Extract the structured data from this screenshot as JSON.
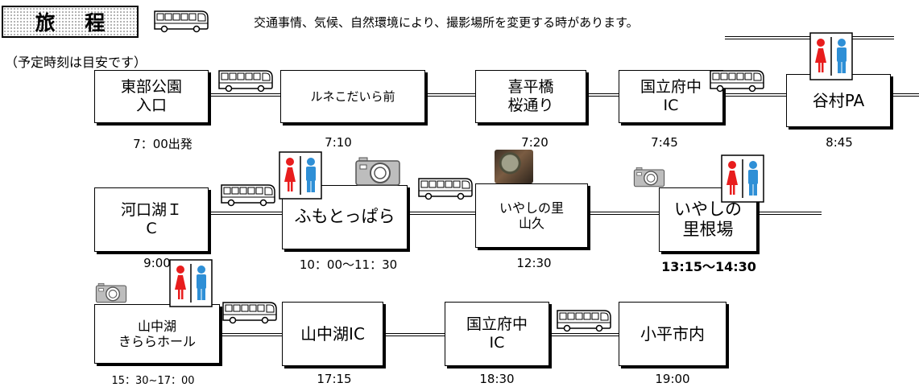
{
  "header": {
    "title": "旅 程",
    "notice": "交通事情、気候、自然環境により、撮影場所を変更する時があります。",
    "subnote": "（予定時刻は目安です）"
  },
  "stops": [
    {
      "name": "東部公園\n入口",
      "time": "7：00出発"
    },
    {
      "name": "ルネこだいら前",
      "time": "7:10"
    },
    {
      "name": "喜平橋\n桜通り",
      "time": "7:20"
    },
    {
      "name": "国立府中\nIC",
      "time": "7:45"
    },
    {
      "name": "谷村PA",
      "time": "8:45"
    },
    {
      "name": "河口湖Ｉ\nC",
      "time": "9:00"
    },
    {
      "name": "ふもとっぱら",
      "time": "10：00～11：30"
    },
    {
      "name": "いやしの里\n山久",
      "time": "12:30"
    },
    {
      "name": "いやしの\n里根場",
      "time": "13:15～14:30"
    },
    {
      "name": "山中湖\nきららホール",
      "time": "15：30~17：00"
    },
    {
      "name": "山中湖IC",
      "time": "17:15"
    },
    {
      "name": "国立府中\nIC",
      "time": "18:30"
    },
    {
      "name": "小平市内",
      "time": "19:00"
    }
  ],
  "icons": {
    "bus": "bus-icon",
    "camera": "camera-icon",
    "toilet": "restroom-icon",
    "food": "food-photo-icon"
  },
  "colors": {
    "male": "#2e8fd6",
    "female": "#e81d1d",
    "frame": "#000000"
  }
}
